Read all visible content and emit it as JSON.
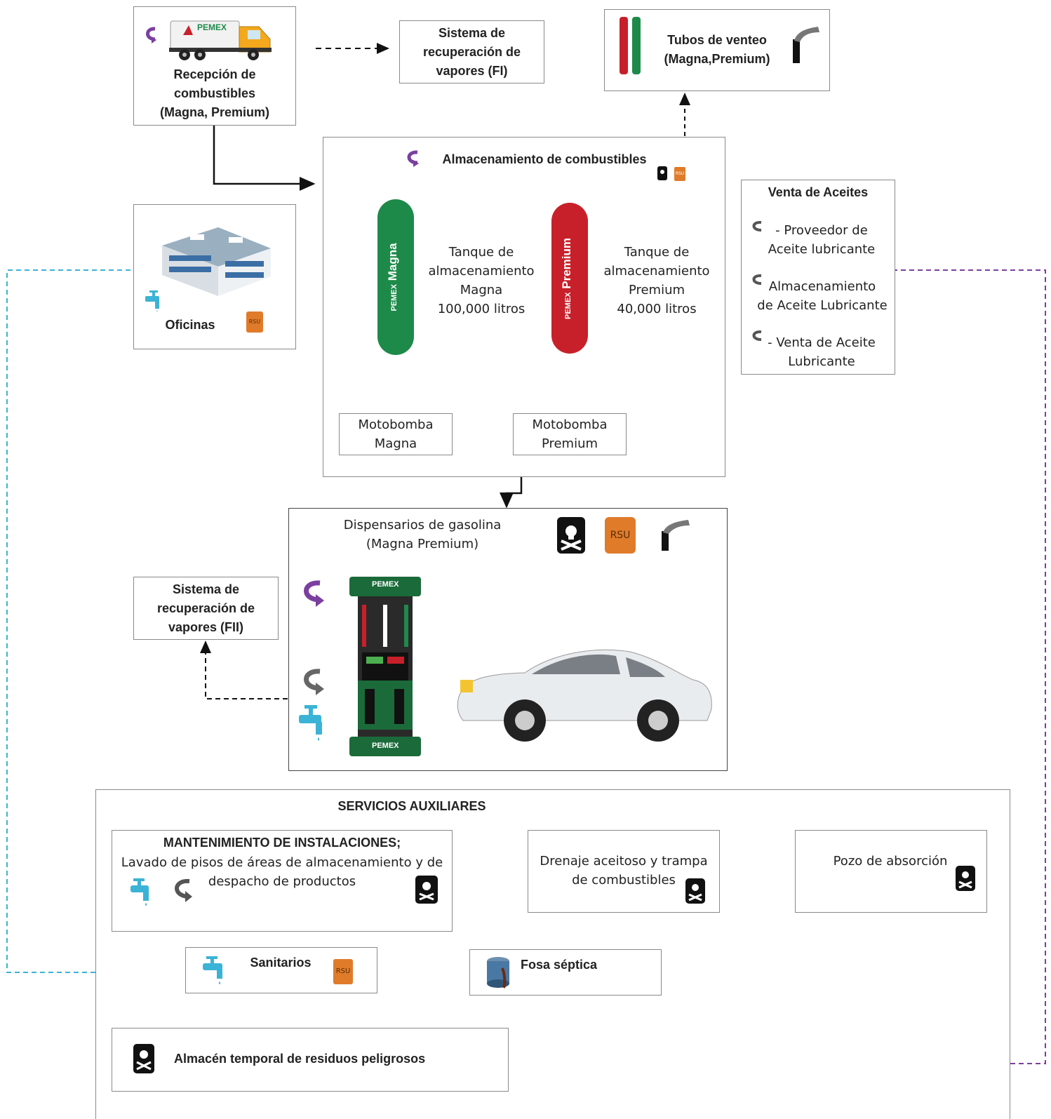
{
  "reception": {
    "title": "Recepción de\ncombustibles\n(Magna, Premium)",
    "truck_brand": "PEMEX"
  },
  "vapor_fi": {
    "label": "Sistema de\nrecuperación de\nvapores (FI)"
  },
  "venting": {
    "label": "Tubos de venteo\n(Magna,Premium)"
  },
  "storage": {
    "title": "Almacenamiento de combustibles",
    "tank_magna": {
      "brand": "PEMEX",
      "product": "Magna",
      "label": "Tanque de\nalmacenamiento\nMagna\n100,000 litros"
    },
    "tank_premium": {
      "brand": "PEMEX",
      "product": "Premium",
      "label": "Tanque de\nalmacenamiento\nPremium\n40,000 litros"
    },
    "pump_magna": "Motobomba\nMagna",
    "pump_premium": "Motobomba\nPremium"
  },
  "oils": {
    "title": "Venta de Aceites",
    "items": [
      "- Proveedor de\nAceite lubricante",
      "Almacenamiento\nde Aceite Lubricante",
      "- Venta de Aceite\nLubricante"
    ]
  },
  "offices": {
    "label": "Oficinas"
  },
  "dispensers": {
    "title": "Dispensarios de gasolina\n(Magna Premium)",
    "brand": "PEMEX"
  },
  "vapor_fii": {
    "label": "Sistema de\nrecuperación de\nvapores (FII)"
  },
  "aux": {
    "title": "SERVICIOS AUXILIARES",
    "maintenance_title": "MANTENIMIENTO DE INSTALACIONES;",
    "maintenance_desc": "Lavado de pisos de áreas de almacenamiento y de\ndespacho de productos",
    "drain": "Drenaje aceitoso y trampa\nde combustibles",
    "absorption_well": "Pozo de absorción",
    "restrooms": "Sanitarios",
    "septic": "Fosa séptica",
    "hazardous_storage": "Almacén temporal de residuos peligrosos"
  },
  "badges": {
    "rsu": "RSU"
  },
  "colors": {
    "water": "#3bb3d6",
    "purple": "#7b3fa0",
    "orange": "#e07b2a",
    "green": "#1e8a4a",
    "red": "#c8202a",
    "black": "#111111"
  }
}
